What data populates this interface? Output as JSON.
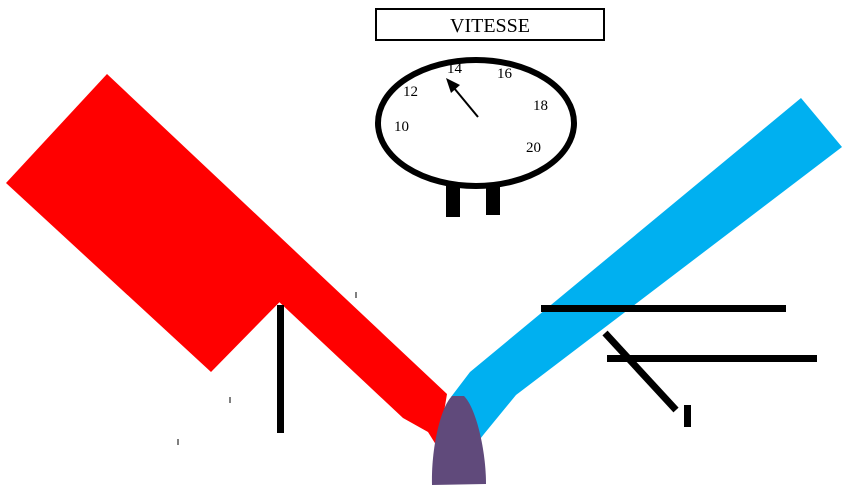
{
  "speed_box": {
    "title": "VITESSE"
  },
  "gauge": {
    "labels": [
      "10",
      "12",
      "14",
      "16",
      "18",
      "20"
    ]
  },
  "colors": {
    "red_pipe": "#ff0000",
    "blue_pipe": "#00b0f0",
    "junction": "#604a7b",
    "line": "#000000"
  }
}
